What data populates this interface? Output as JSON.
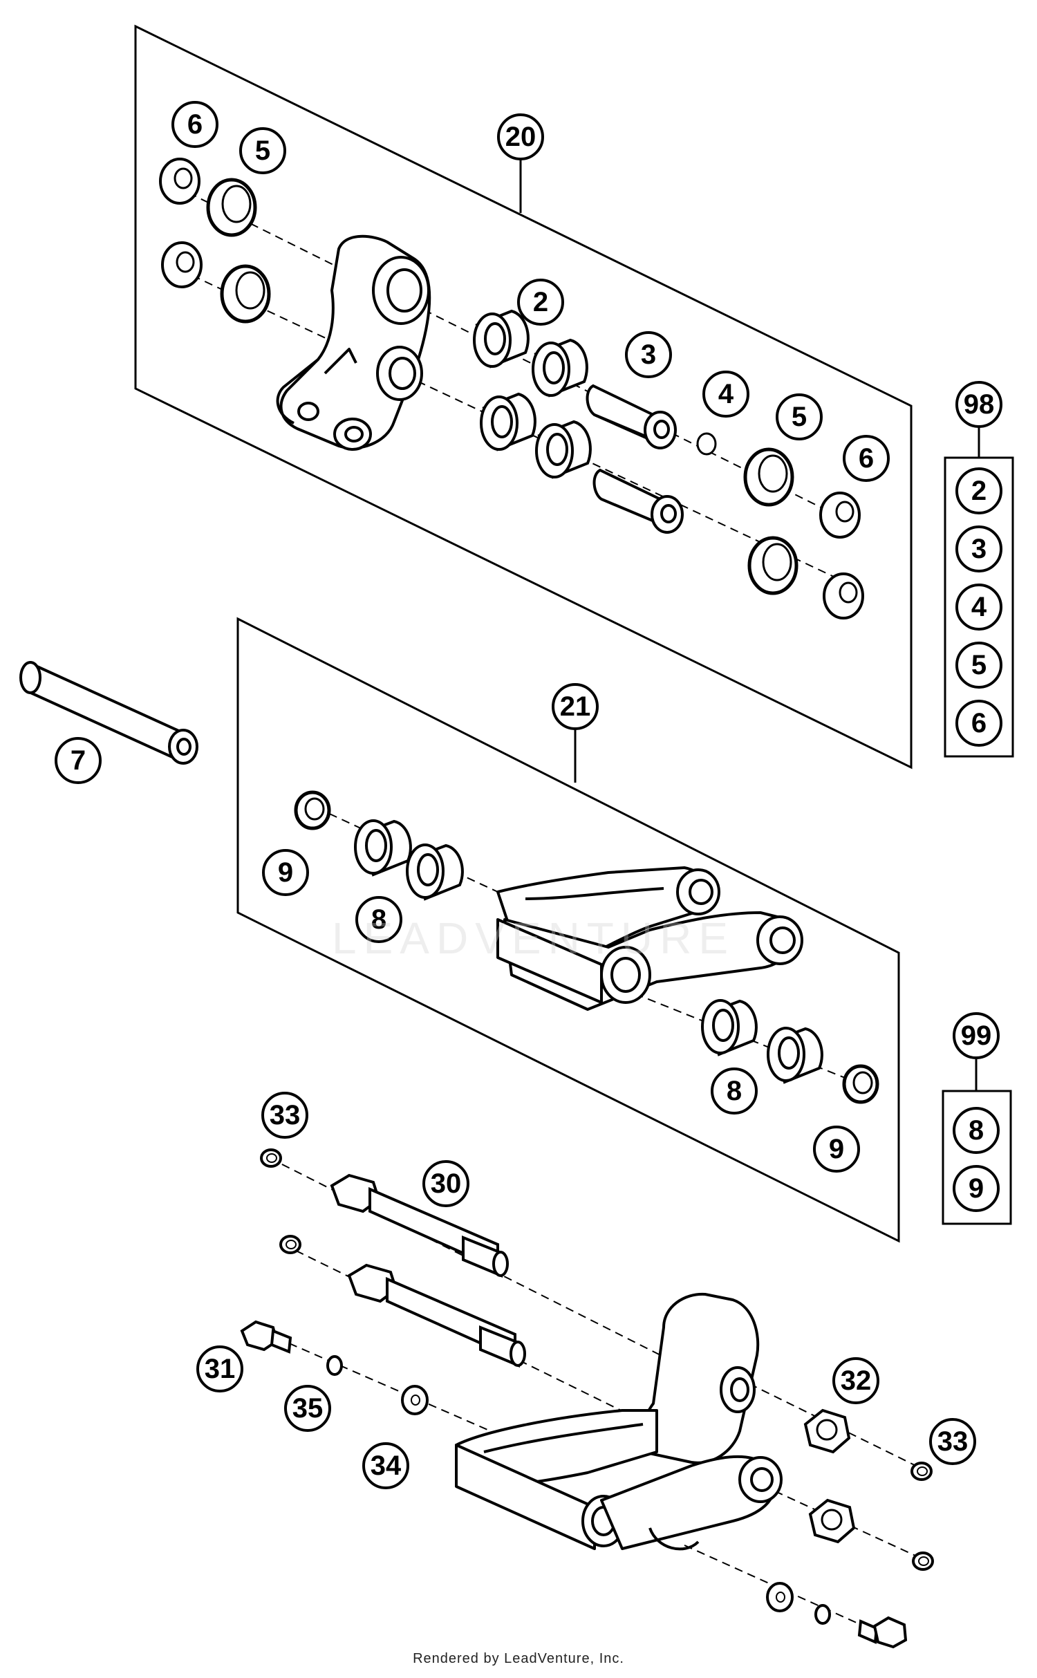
{
  "callouts": {
    "c20": "20",
    "c21": "21",
    "c2": "2",
    "c3": "3",
    "c4": "4",
    "c5a": "5",
    "c5b": "5",
    "c6a": "6",
    "c6b": "6",
    "c7": "7",
    "c8a": "8",
    "c8b": "8",
    "c9a": "9",
    "c9b": "9",
    "c30": "30",
    "c31": "31",
    "c32": "32",
    "c33a": "33",
    "c33b": "33",
    "c34": "34",
    "c35": "35"
  },
  "kit98": {
    "label": "98",
    "items": [
      "2",
      "3",
      "4",
      "5",
      "6"
    ]
  },
  "kit99": {
    "label": "99",
    "items": [
      "8",
      "9"
    ]
  },
  "watermark": "LEADVENTURE",
  "footer": "Rendered by LeadVenture, Inc."
}
